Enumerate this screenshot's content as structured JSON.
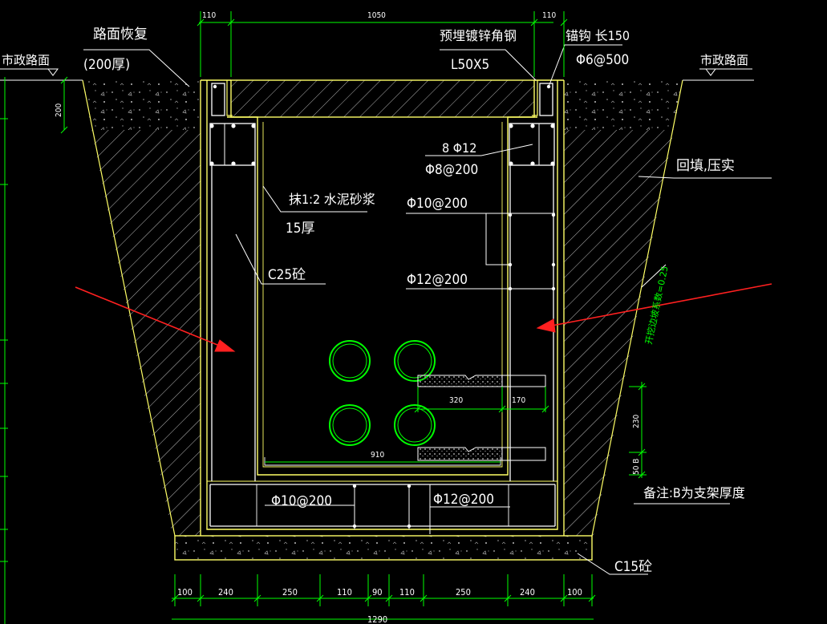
{
  "colors": {
    "background": "#000000",
    "structure": "#ffff66",
    "dimension": "#00ff00",
    "rebar": "#ffffff",
    "arrow": "#ff2020",
    "hatch": "#c8c8c8"
  },
  "labels": {
    "road_left": "市政路面",
    "road_right": "市政路面",
    "road_restore": "路面恢复",
    "road_restore_thk": "(200厚)",
    "angle_steel": "预埋镀锌角钢",
    "angle_steel_size": "L50X5",
    "anchor": "锚钩 长150",
    "anchor_spec": "Φ6@500",
    "top_bars": "8 Φ12",
    "stirrups": "Φ8@200",
    "backfill": "回填,压实",
    "plaster": "抹1:2 水泥砂浆",
    "plaster_thk": "15厚",
    "concrete": "C25砼",
    "wall_bar_h": "Φ10@200",
    "wall_bar_v": "Φ12@200",
    "slope_note": "开挖边坡系数=0.25",
    "bottom_bar_1": "Φ10@200",
    "bottom_bar_2": "Φ12@200",
    "note": "备注:B为支架厚度",
    "cushion": "C15砼"
  },
  "dimensions": {
    "top_110_left": "110",
    "top_1050": "1050",
    "top_110_right": "110",
    "left_200": "200",
    "support_320": "320",
    "support_170": "170",
    "inner_910": "910",
    "right_230": "230",
    "right_50b": "50 B",
    "bottom_segments": [
      "100",
      "240",
      "250",
      "110",
      "90",
      "110",
      "250",
      "240",
      "100"
    ],
    "bottom_total": "1290"
  }
}
